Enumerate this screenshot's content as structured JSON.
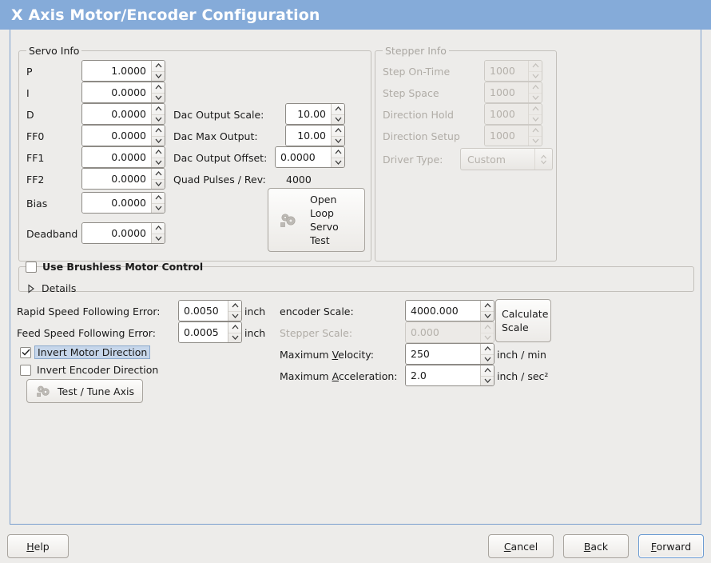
{
  "window": {
    "title": "X Axis Motor/Encoder Configuration",
    "titlebar_color": "#85abd9",
    "panel_border_color": "#7a9fce",
    "background_color": "#edecea"
  },
  "servo_info": {
    "frame_title": "Servo Info",
    "fields": [
      {
        "label": "P",
        "value": "1.0000"
      },
      {
        "label": "I",
        "value": "0.0000"
      },
      {
        "label": "D",
        "value": "0.0000"
      },
      {
        "label": "FF0",
        "value": "0.0000"
      },
      {
        "label": "FF1",
        "value": "0.0000"
      },
      {
        "label": "FF2",
        "value": "0.0000"
      },
      {
        "label": "Bias",
        "value": "0.0000"
      },
      {
        "label": "Deadband",
        "value": "0.0000"
      }
    ],
    "dac": [
      {
        "label": "Dac Output Scale:",
        "value": "10.00"
      },
      {
        "label": "Dac Max Output:",
        "value": "10.00"
      },
      {
        "label": "Dac Output Offset:",
        "value": "0.0000"
      }
    ],
    "quad_pulses_label": "Quad Pulses / Rev:",
    "quad_pulses_value": "4000",
    "open_loop_button": "Open\nLoop\nServo\nTest",
    "open_loop_lines": [
      "Open",
      "Loop",
      "Servo",
      "Test"
    ]
  },
  "stepper_info": {
    "frame_title": "Stepper Info",
    "disabled": true,
    "fields": [
      {
        "label": "Step On-Time",
        "value": "1000"
      },
      {
        "label": "Step Space",
        "value": "1000"
      },
      {
        "label": "Direction Hold",
        "value": "1000"
      },
      {
        "label": "Direction Setup",
        "value": "1000"
      }
    ],
    "driver_type_label": "Driver Type:",
    "driver_type_value": "Custom"
  },
  "brushless": {
    "checkbox_label": "Use Brushless Motor Control",
    "checked": false,
    "details_label": "Details",
    "details_expanded": false
  },
  "tuning": {
    "rapid_following_error_label": "Rapid Speed Following Error:",
    "rapid_following_error_value": "0.0050",
    "rapid_following_error_unit": "inch",
    "feed_following_error_label": "Feed Speed Following Error:",
    "feed_following_error_value": "0.0005",
    "feed_following_error_unit": "inch",
    "invert_motor_label": "Invert Motor Direction",
    "invert_motor_checked": true,
    "invert_motor_focused": true,
    "invert_encoder_label": "Invert Encoder Direction",
    "invert_encoder_checked": false,
    "test_tune_button": "Test / Tune Axis"
  },
  "scales": {
    "encoder_scale_label": "encoder Scale:",
    "encoder_scale_value": "4000.000",
    "stepper_scale_label": "Stepper Scale:",
    "stepper_scale_value": "0.000",
    "stepper_scale_disabled": true,
    "calculate_scale_button_lines": [
      "Calculate",
      "Scale"
    ],
    "max_velocity_label_pre": "Maximum ",
    "max_velocity_label_mnemonic": "V",
    "max_velocity_label_post": "elocity:",
    "max_velocity_value": "250",
    "max_velocity_unit": "inch / min",
    "max_accel_label_pre": "Maximum ",
    "max_accel_label_mnemonic": "A",
    "max_accel_label_post": "cceleration:",
    "max_accel_value": "2.0",
    "max_accel_unit": "inch / sec²"
  },
  "actions": {
    "help": {
      "pre": "",
      "mnemonic": "H",
      "post": "elp"
    },
    "cancel": {
      "pre": "",
      "mnemonic": "C",
      "post": "ancel"
    },
    "back": {
      "pre": "",
      "mnemonic": "B",
      "post": "ack"
    },
    "forward": {
      "pre": "",
      "mnemonic": "F",
      "post": "orward",
      "focused": true
    }
  },
  "icons": {
    "spin_up": "chevron-up-icon",
    "spin_down": "chevron-down-icon",
    "expander": "triangle-right-icon",
    "gears": "gears-icon",
    "checkmark": "check-icon"
  }
}
